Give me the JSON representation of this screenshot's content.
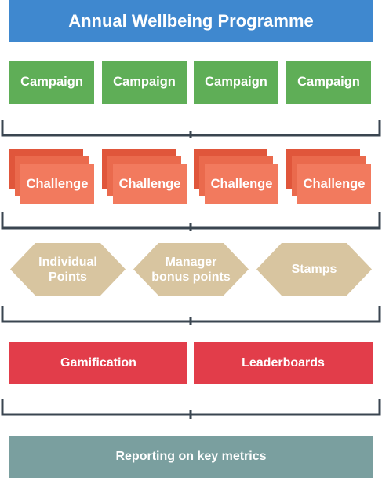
{
  "title": "Annual Wellbeing Programme",
  "campaigns": [
    "Campaign",
    "Campaign",
    "Campaign",
    "Campaign"
  ],
  "challenges": [
    "Challenge",
    "Challenge",
    "Challenge",
    "Challenge"
  ],
  "rewards": [
    {
      "line1": "Individual",
      "line2": "Points"
    },
    {
      "line1": "Manager",
      "line2": "bonus points"
    },
    {
      "line1": "Stamps",
      "line2": ""
    }
  ],
  "engagement": [
    "Gamification",
    "Leaderboards"
  ],
  "reporting": "Reporting on key metrics",
  "colors": {
    "title": "#3f88cf",
    "campaign": "#5fae57",
    "challenge_back": "#e0563b",
    "challenge_mid": "#ea6a4d",
    "challenge_front": "#f27a5e",
    "reward": "#d8c5a0",
    "engagement": "#e23d4a",
    "reporting": "#7a9f9f",
    "bracket": "#3a4550"
  }
}
